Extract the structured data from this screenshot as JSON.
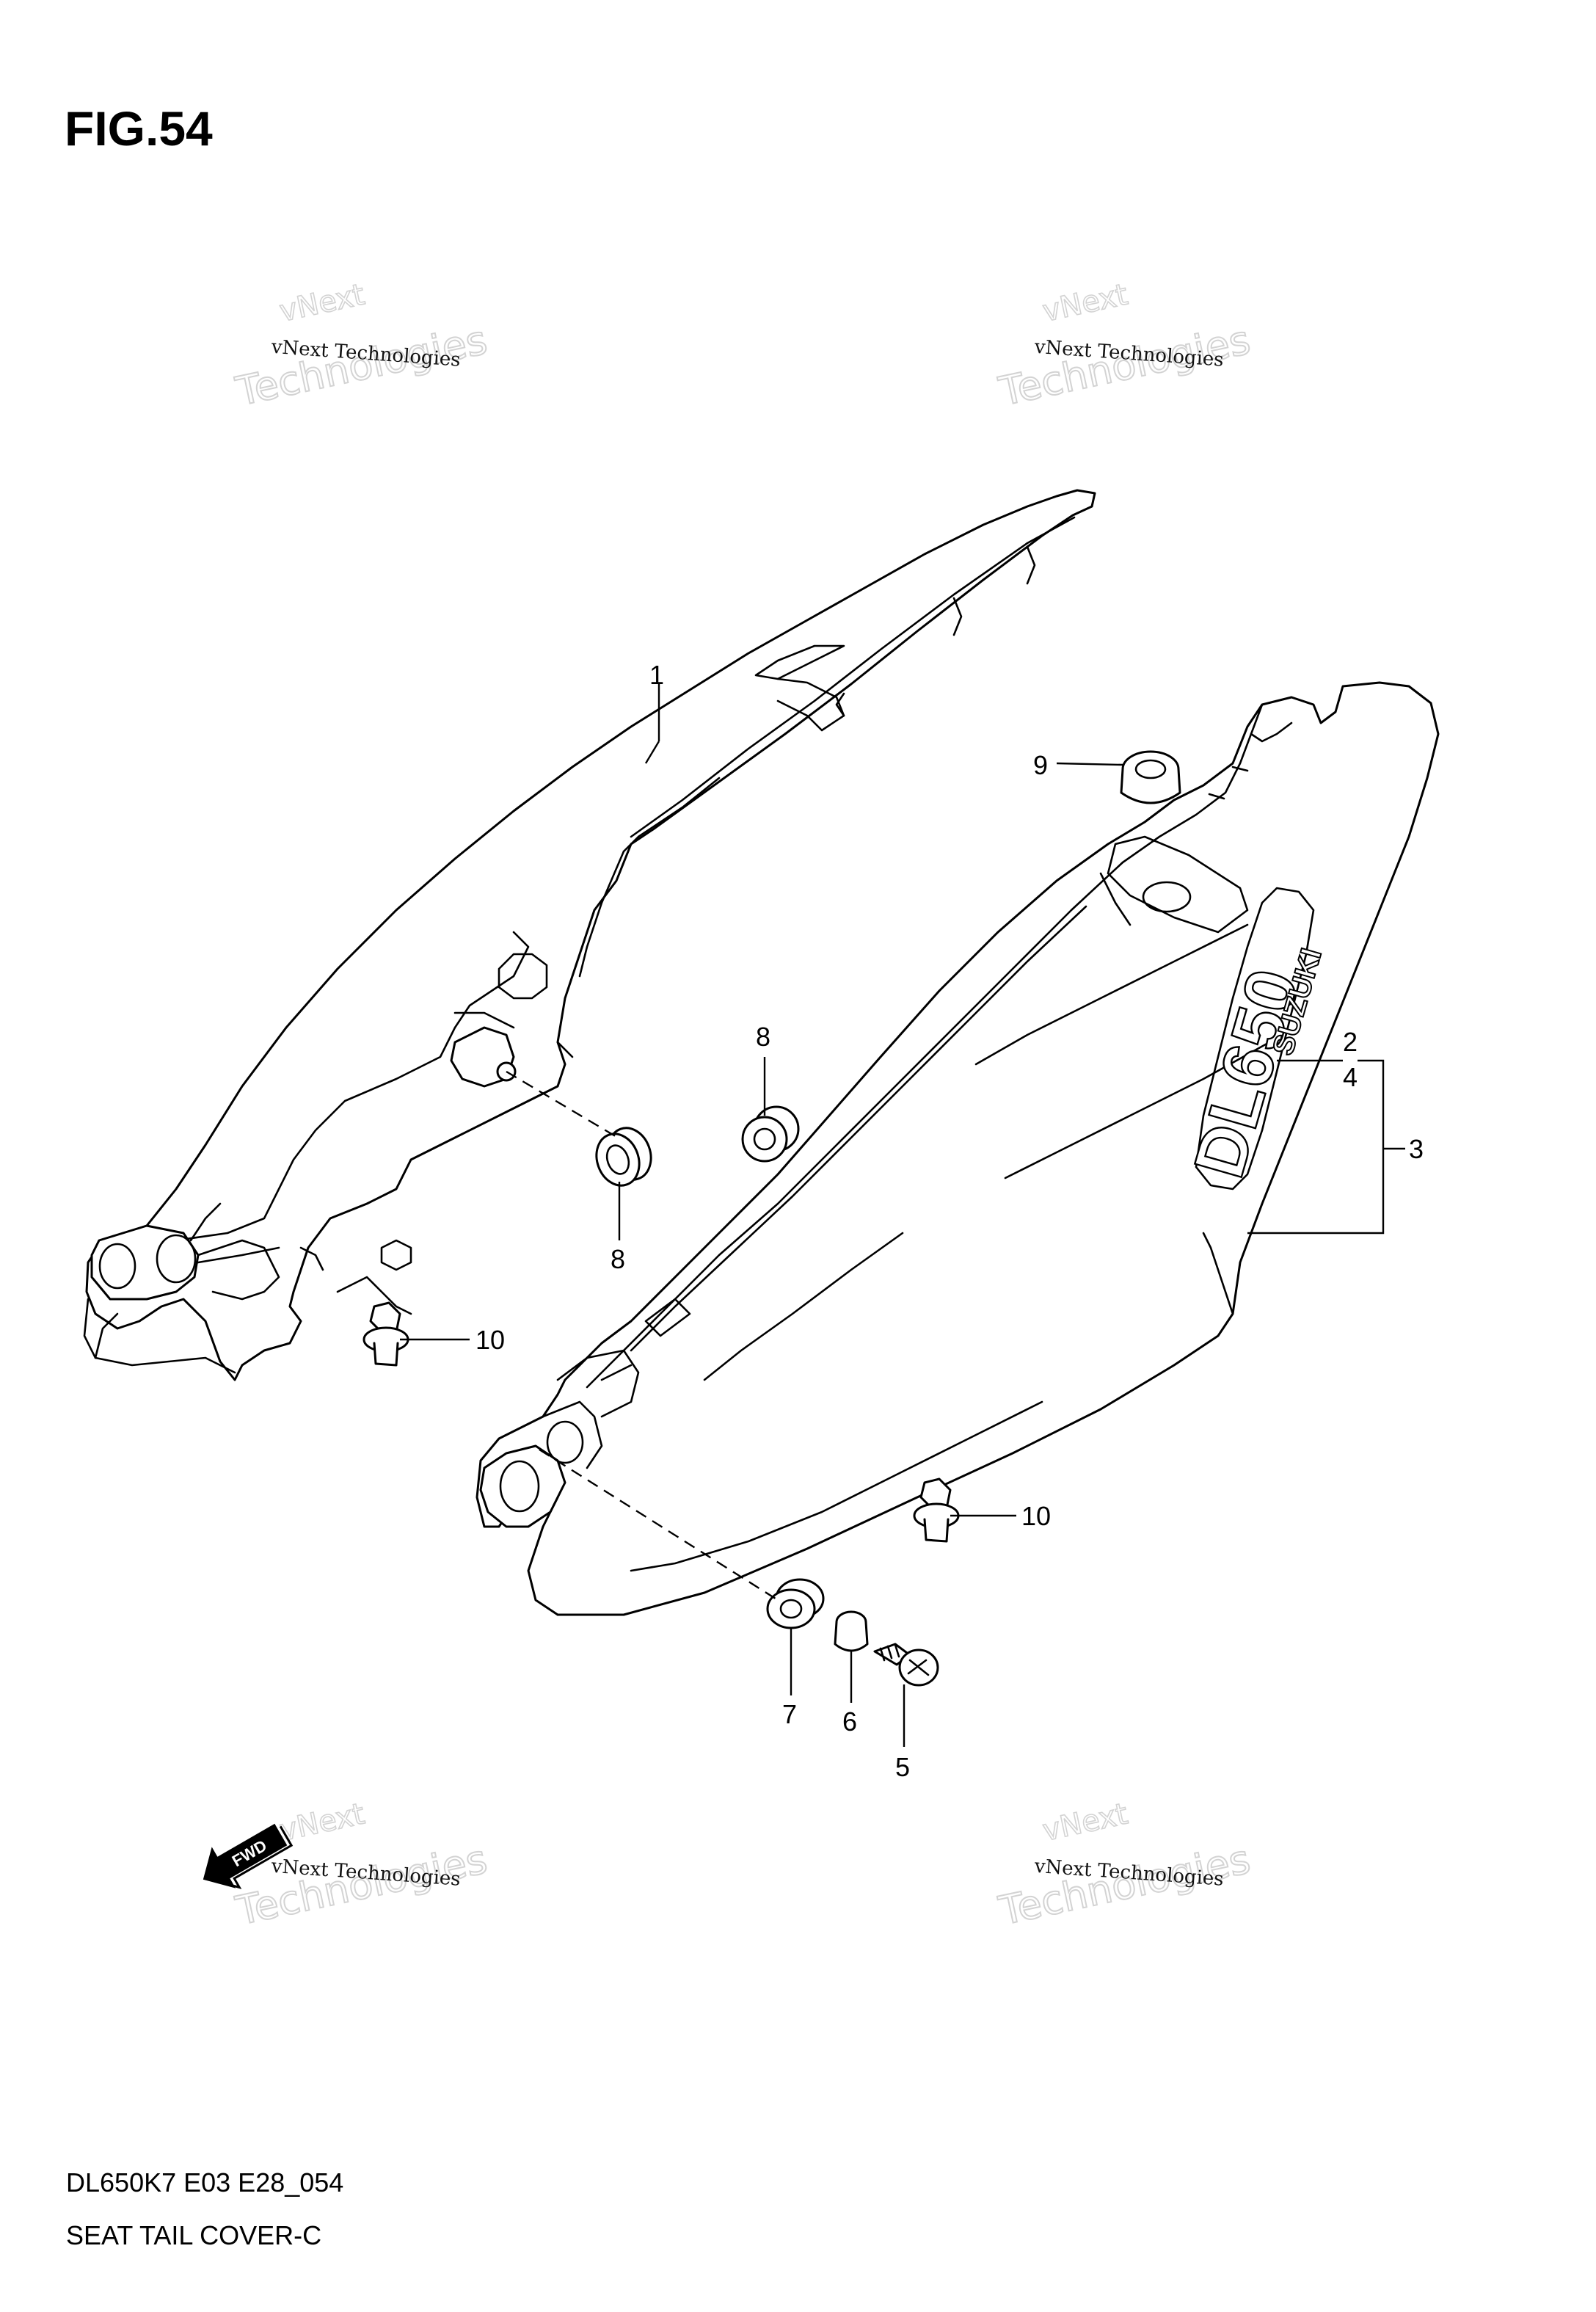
{
  "figure": {
    "title": "FIG.54"
  },
  "callouts": [
    {
      "id": "1",
      "label": "1"
    },
    {
      "id": "2",
      "label": "2"
    },
    {
      "id": "3",
      "label": "3"
    },
    {
      "id": "4",
      "label": "4"
    },
    {
      "id": "5",
      "label": "5"
    },
    {
      "id": "6",
      "label": "6"
    },
    {
      "id": "7",
      "label": "7"
    },
    {
      "id": "8a",
      "label": "8"
    },
    {
      "id": "8b",
      "label": "8"
    },
    {
      "id": "9",
      "label": "9"
    },
    {
      "id": "10a",
      "label": "10"
    },
    {
      "id": "10b",
      "label": "10"
    }
  ],
  "decal": {
    "brand": "SUZUKI",
    "model": "DL650"
  },
  "direction_badge": {
    "label": "FWD"
  },
  "watermark": {
    "small_text": "vNext Technologies",
    "big_word_1": "vNext",
    "big_word_2": "Technologies"
  },
  "footer": {
    "code": "DL650K7 E03 E28_054",
    "caption": "SEAT TAIL COVER-C"
  }
}
